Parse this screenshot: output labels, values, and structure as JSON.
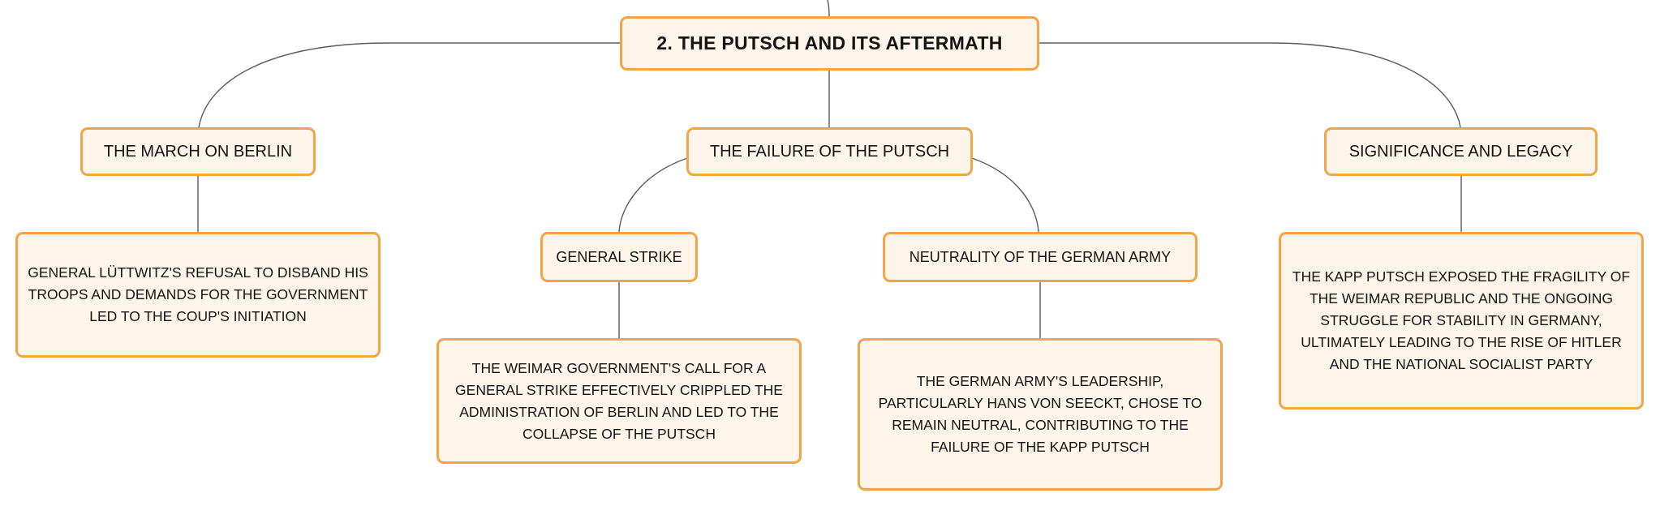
{
  "colors": {
    "node_fill": "#fdf4ea",
    "node_border": "#f4a444",
    "connector": "#5a5a5a",
    "text": "#141414"
  },
  "root": {
    "label": "2. THE PUTSCH AND ITS AFTERMATH"
  },
  "branches": {
    "march": {
      "label": "THE MARCH ON BERLIN",
      "detail": "GENERAL LÜTTWITZ'S REFUSAL TO DISBAND HIS TROOPS AND DEMANDS FOR THE GOVERNMENT LED TO THE COUP'S INITIATION"
    },
    "failure": {
      "label": "THE FAILURE OF THE PUTSCH",
      "strike": {
        "label": "GENERAL STRIKE",
        "detail": "THE WEIMAR GOVERNMENT'S CALL FOR A GENERAL STRIKE EFFECTIVELY CRIPPLED THE ADMINISTRATION OF BERLIN AND LED TO THE COLLAPSE OF THE PUTSCH"
      },
      "army": {
        "label": "NEUTRALITY OF THE GERMAN ARMY",
        "detail": "THE GERMAN ARMY'S LEADERSHIP, PARTICULARLY HANS VON SEECKT, CHOSE TO REMAIN NEUTRAL, CONTRIBUTING TO THE FAILURE OF THE KAPP PUTSCH"
      }
    },
    "legacy": {
      "label": "SIGNIFICANCE AND LEGACY",
      "detail": "THE KAPP PUTSCH EXPOSED THE FRAGILITY OF THE WEIMAR REPUBLIC AND THE ONGOING STRUGGLE FOR STABILITY IN GERMANY, ULTIMATELY LEADING TO THE RISE OF HITLER AND THE NATIONAL SOCIALIST PARTY"
    }
  }
}
